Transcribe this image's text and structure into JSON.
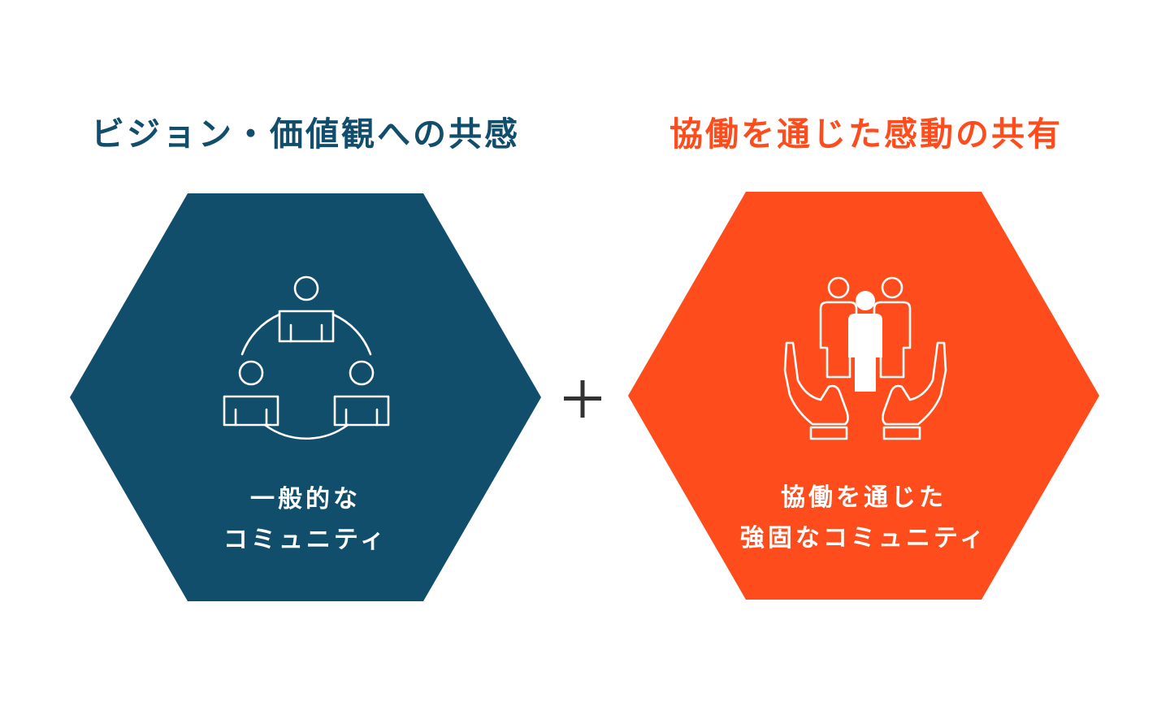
{
  "colors": {
    "navy": "#114e6b",
    "orange": "#fe4c1c",
    "plus": "#333333",
    "icon_stroke": "#ffffff"
  },
  "left": {
    "heading": "ビジョン・価値観への共感",
    "caption_line1": "一般的な",
    "caption_line2": "コミュニティ",
    "icon": "community-circle-icon"
  },
  "connector": {
    "symbol": "plus-icon"
  },
  "right": {
    "heading": "協働を通じた感動の共有",
    "caption_line1": "協働を通じた",
    "caption_line2": "強固なコミュニティ",
    "icon": "hands-supporting-people-icon"
  }
}
